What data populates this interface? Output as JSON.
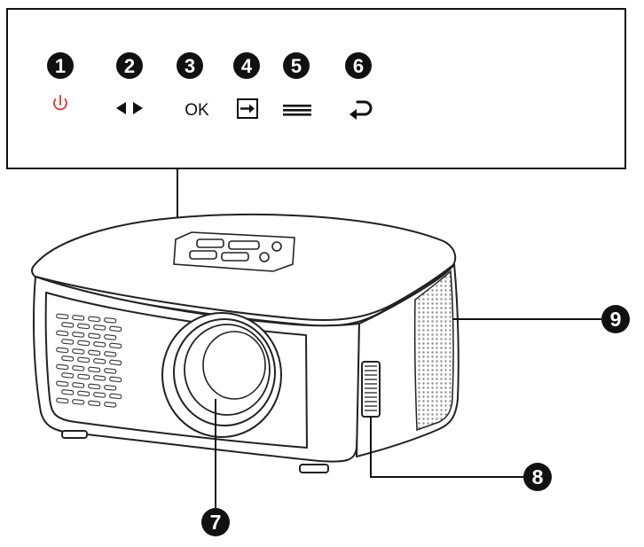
{
  "colors": {
    "line": "#111111",
    "badge": "#111111",
    "power_icon": "#e0463c",
    "speaker_mesh": "#9a9a9a"
  },
  "controls": [
    {
      "number": "1",
      "icon": "power-icon"
    },
    {
      "number": "2",
      "icon": "left-right-arrows-icon"
    },
    {
      "number": "3",
      "icon": "ok-label",
      "label": "OK"
    },
    {
      "number": "4",
      "icon": "input-source-icon"
    },
    {
      "number": "5",
      "icon": "menu-icon"
    },
    {
      "number": "6",
      "icon": "return-icon"
    }
  ],
  "callouts": {
    "lens": "7",
    "focus_wheel": "8",
    "side_speaker": "9"
  }
}
